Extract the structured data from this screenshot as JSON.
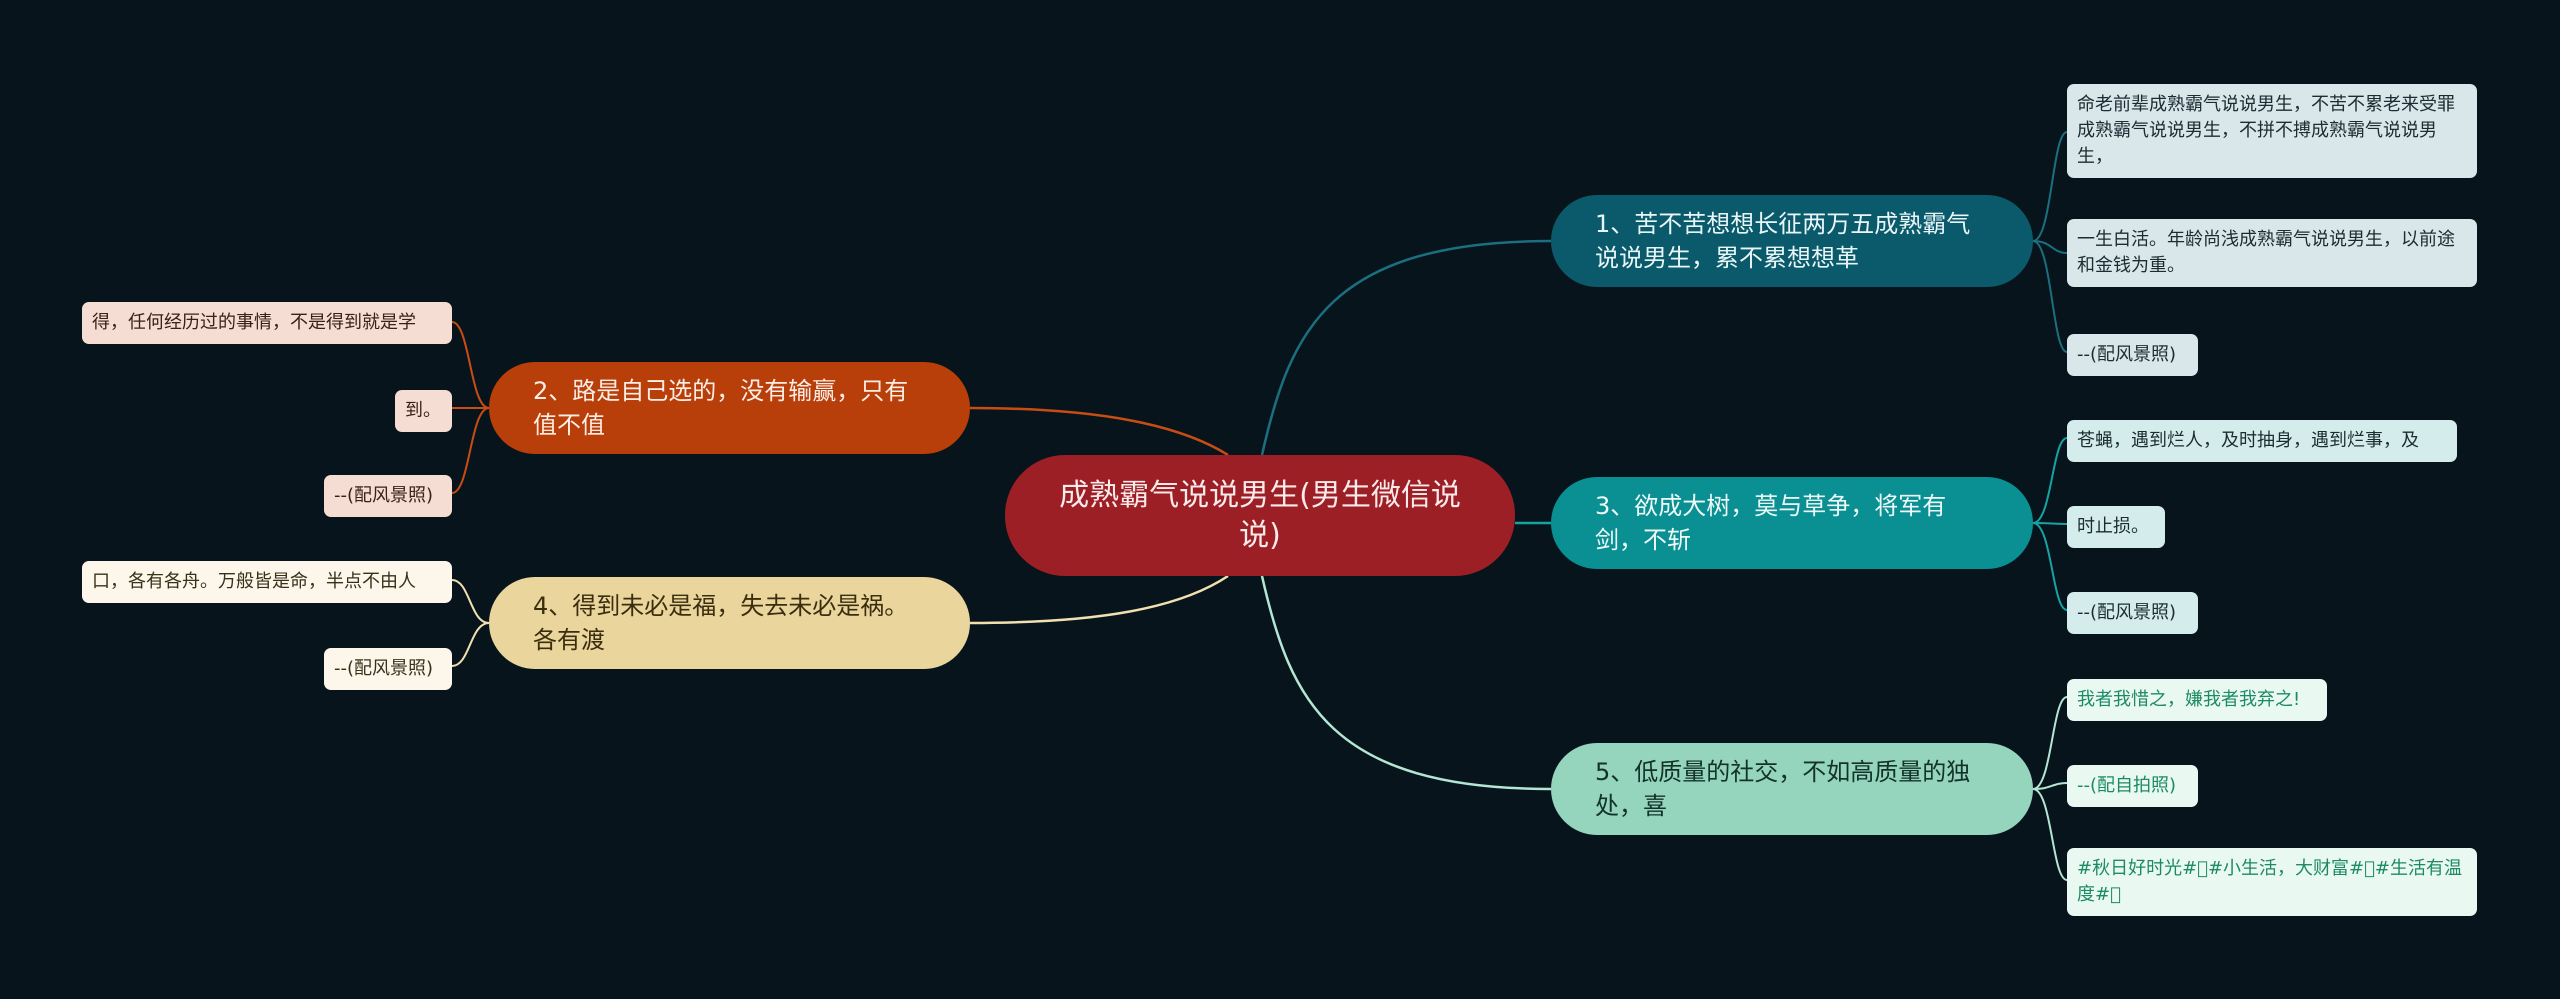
{
  "center": {
    "label": "成熟霸气说说男生(男生微信说说)"
  },
  "colors": {
    "background": "#07141b",
    "center": "#9d1f26",
    "branch_1": "#0a5a6b",
    "branch_2": "#b83e0a",
    "branch_3": "#0a8f92",
    "branch_4": "#ead59d",
    "branch_5": "#95d4bd"
  },
  "branches": [
    {
      "label": "1、苦不苦想想长征两万五成熟霸气说说男生，累不累想想革",
      "leaves": [
        "命老前辈成熟霸气说说男生，不苦不累老来受罪成熟霸气说说男生，不拼不搏成熟霸气说说男生，",
        "一生白活。年龄尚浅成熟霸气说说男生，以前途和金钱为重。",
        "--(配风景照)"
      ]
    },
    {
      "label": "2、路是自己选的，没有输赢，只有值不值",
      "leaves": [
        "得，任何经历过的事情，不是得到就是学",
        "到。",
        "--(配风景照)"
      ]
    },
    {
      "label": "3、欲成大树，莫与草争，将军有剑，不斩",
      "leaves": [
        "苍蝇，遇到烂人，及时抽身，遇到烂事，及",
        "时止损。",
        "--(配风景照)"
      ]
    },
    {
      "label": "4、得到未必是福，失去未必是祸。各有渡",
      "leaves": [
        "口，各有各舟。万般皆是命，半点不由人",
        "--(配风景照)"
      ]
    },
    {
      "label": "5、低质量的社交，不如高质量的独处，喜",
      "leaves": [
        "我者我惜之，嫌我者我弃之!",
        "--(配自拍照)",
        "#秋日好时光#􏰀#小生活，大财富#􏰀#生活有温度#􏰀"
      ]
    }
  ]
}
